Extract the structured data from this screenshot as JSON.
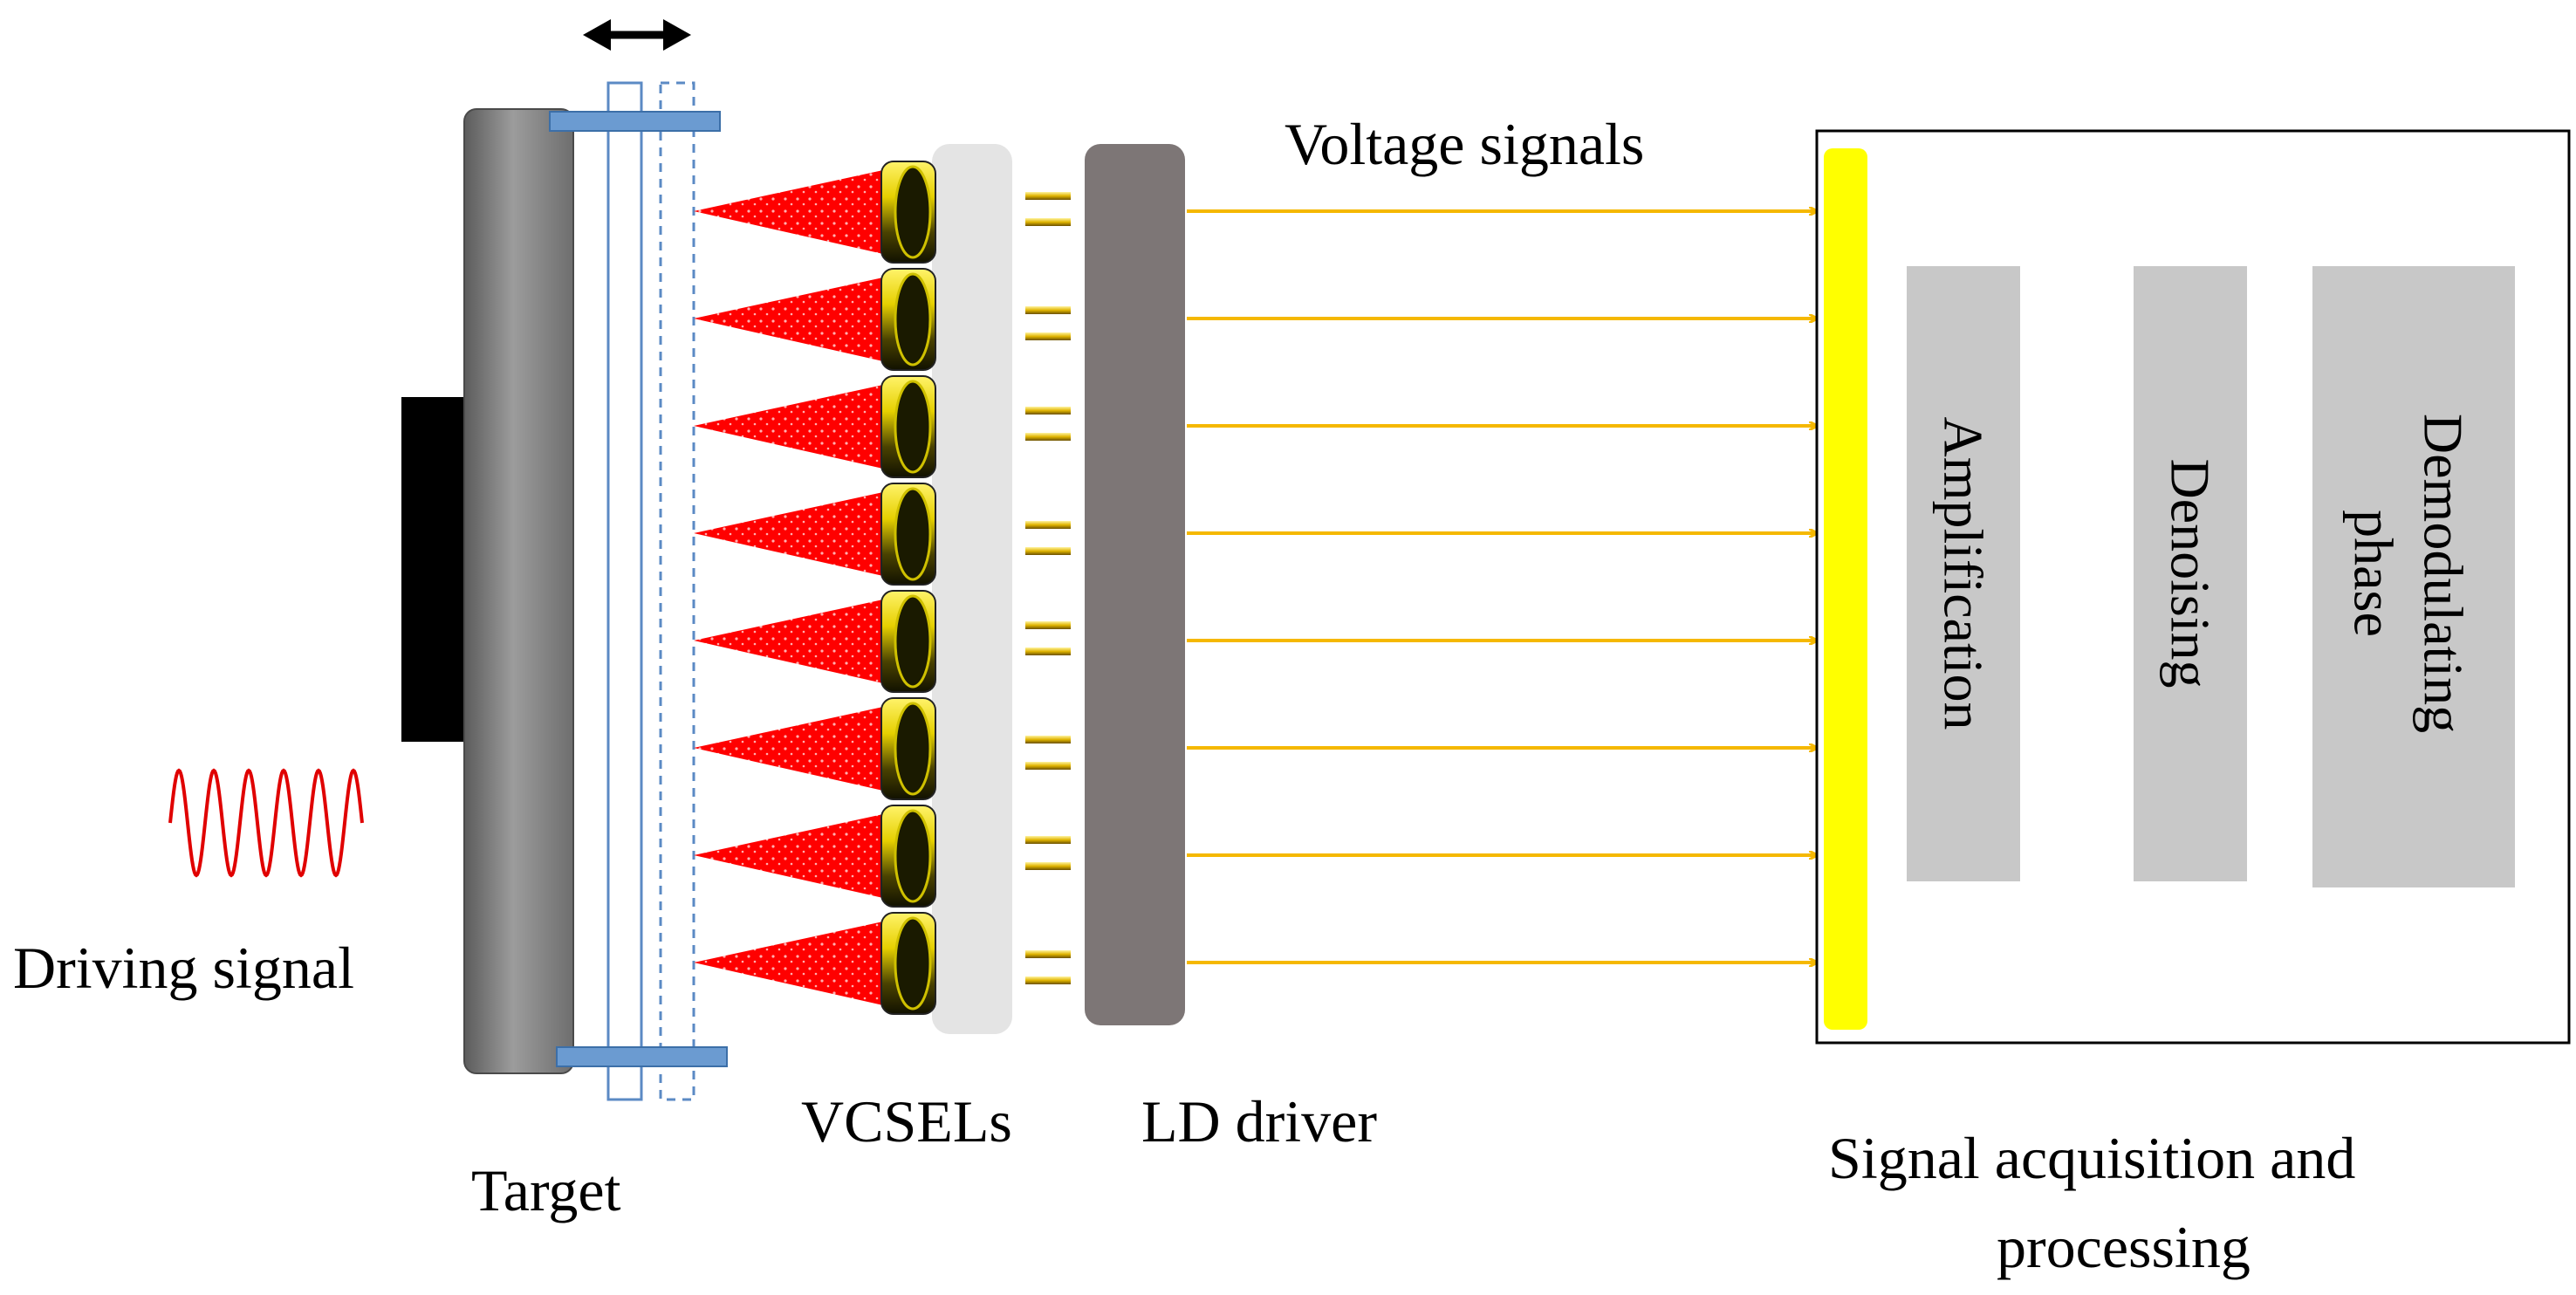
{
  "labels": {
    "driving_signal": "Driving signal",
    "target": "Target",
    "vcsels": "VCSELs",
    "ld_driver": "LD driver",
    "voltage_signals": "Voltage signals",
    "acquisition_line1": "Signal acquisition and",
    "acquisition_line2": "processing"
  },
  "processing_blocks": [
    {
      "lines": [
        "Amplification"
      ]
    },
    {
      "lines": [
        "Denoising"
      ]
    },
    {
      "lines": [
        "Demodulating",
        "phase"
      ]
    }
  ],
  "channel_count": 8,
  "colors": {
    "laser_beam": "#ff0000",
    "signal_arrow": "#f5b800",
    "signal_wave": "#e00000",
    "vcsel_body": "#ffee00",
    "acquisition_bar": "#ffff00",
    "ld_driver": "#7d7676",
    "vcsel_mount": "#e4e4e4",
    "processing_block": "#c8c8c8",
    "target_frame": "#6b9bd1",
    "shaker_body": "#8a8a8a"
  },
  "icons": {
    "motion_arrow": "double-arrow-icon",
    "driving_wave": "sine-wave-icon"
  }
}
